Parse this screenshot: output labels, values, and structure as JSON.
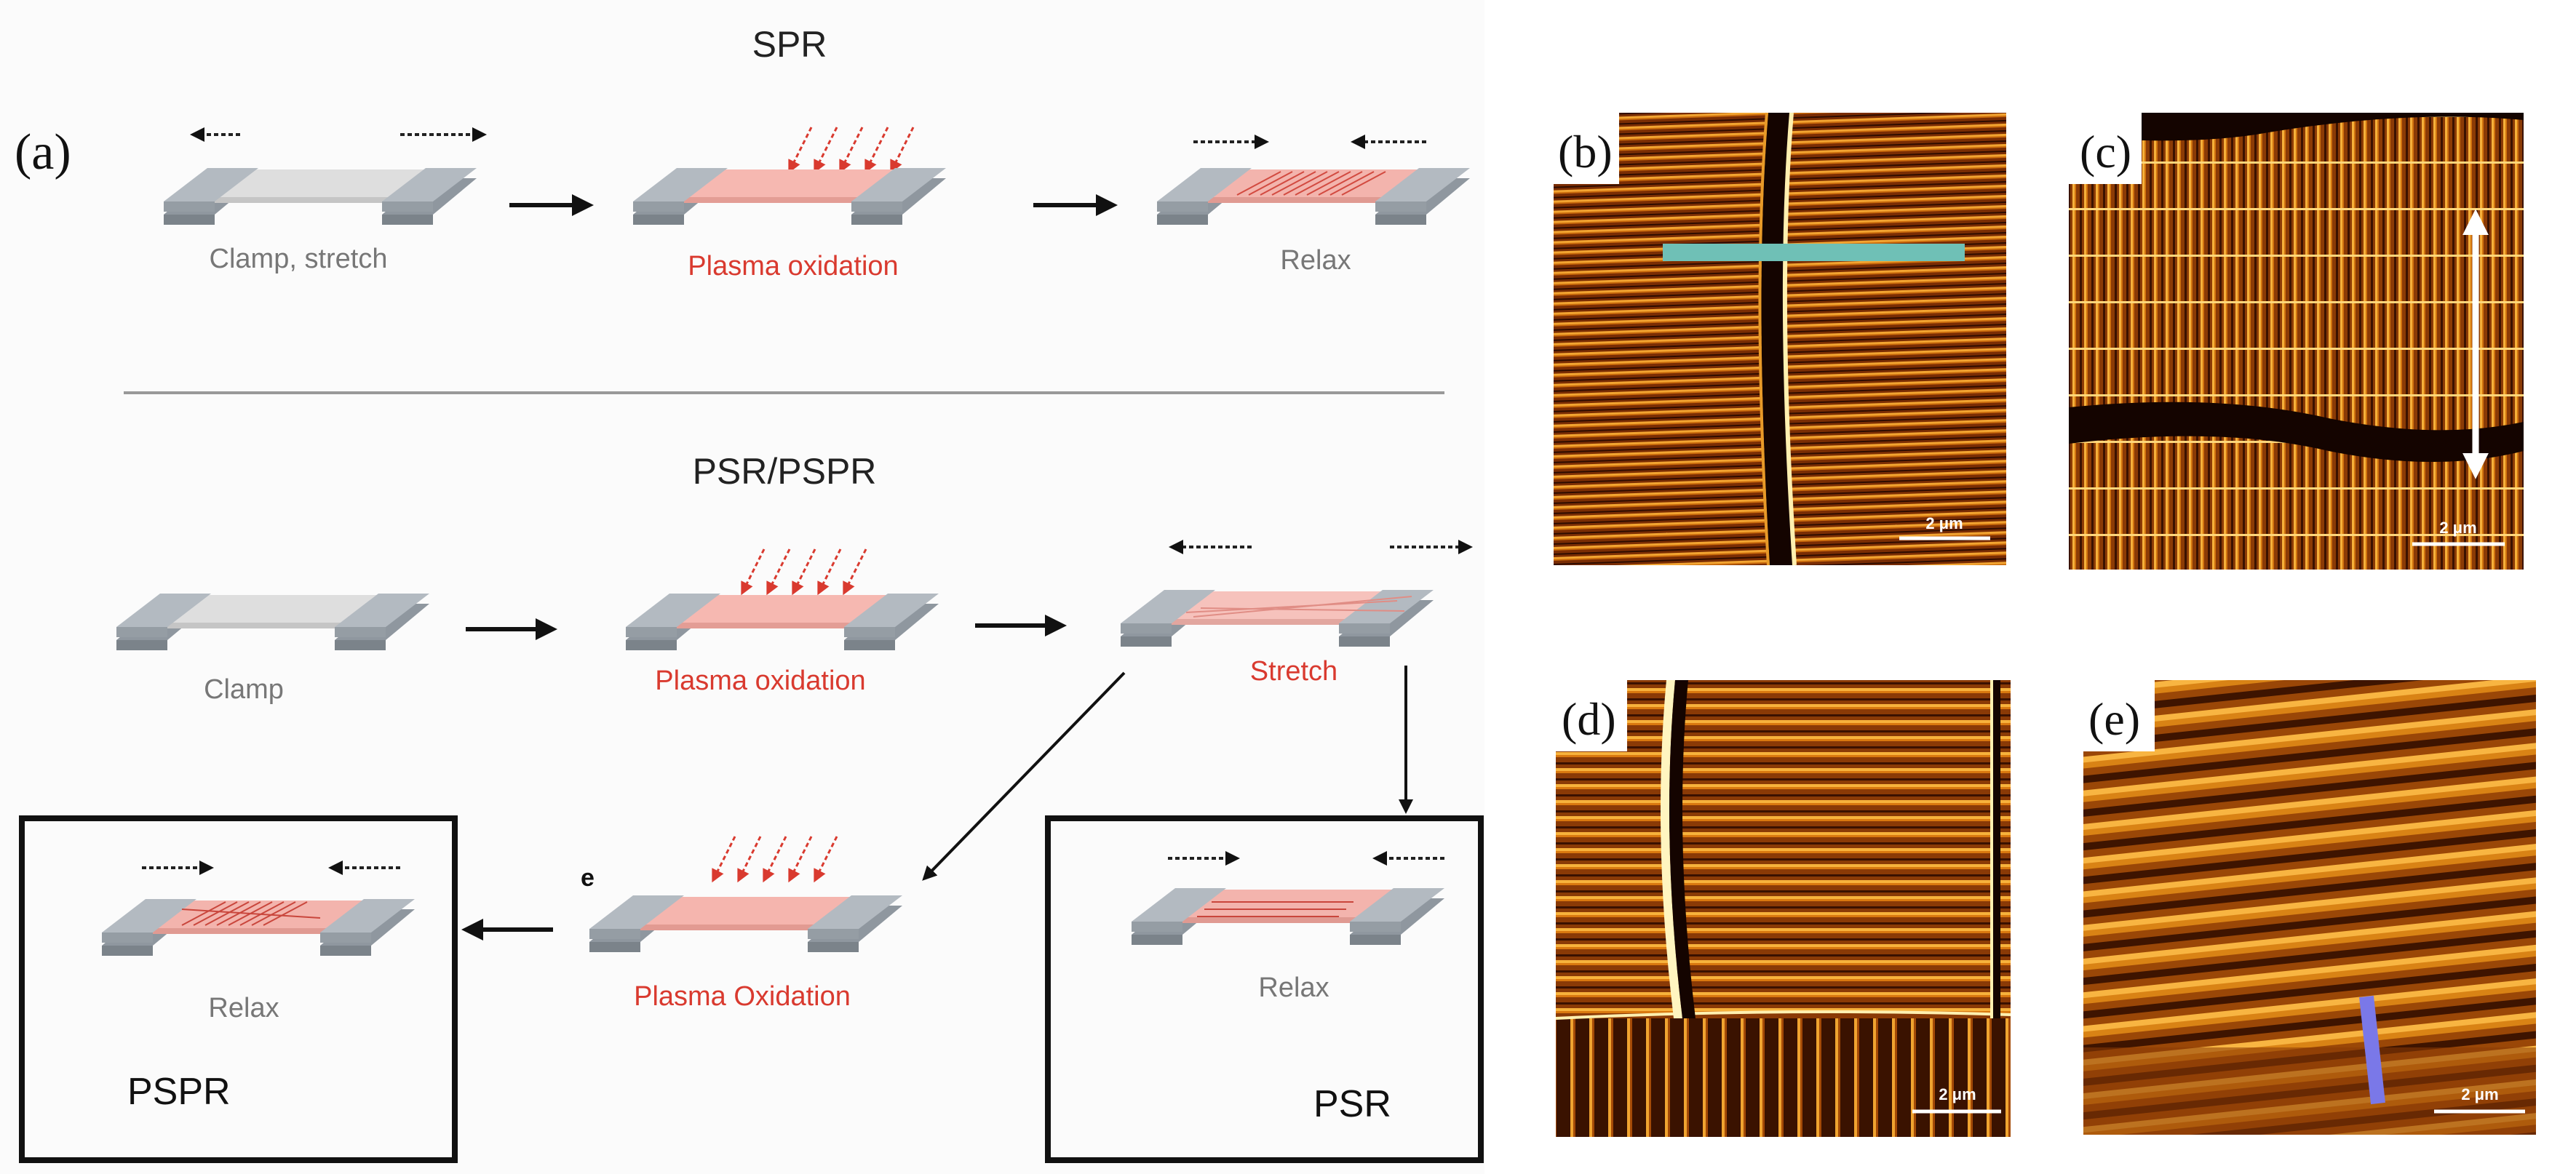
{
  "panel_a": {
    "label": "(a)",
    "spr": {
      "title": "SPR",
      "step1": "Clamp, stretch",
      "step2": "Plasma oxidation",
      "step3": "Relax"
    },
    "psr": {
      "title": "PSR/PSPR",
      "step1": "Clamp",
      "step2": "Plasma oxidation",
      "step3": "Stretch",
      "step4": "Plasma Oxidation",
      "step4_marker": "e",
      "psr_relax": "Relax",
      "psr_box": "PSR",
      "pspr_relax": "Relax",
      "pspr_box": "PSPR"
    }
  },
  "afm": {
    "b": {
      "label": "(b)",
      "scale": "2 μm"
    },
    "c": {
      "label": "(c)",
      "scale": "2 μm"
    },
    "d": {
      "label": "(d)",
      "scale": "2 μm"
    },
    "e": {
      "label": "(e)",
      "scale": "2 μm"
    }
  },
  "colors": {
    "clamp": "#a9b1b9",
    "strip_plain": "#dedede",
    "strip_oxidized": "#f6b8b1",
    "plasma_red": "#d93a2f",
    "bar_cyan": "#6fc0b6",
    "bar_blue": "#7a78e8",
    "afm_dark": "#2a0800",
    "afm_bright": "#ffd264"
  }
}
